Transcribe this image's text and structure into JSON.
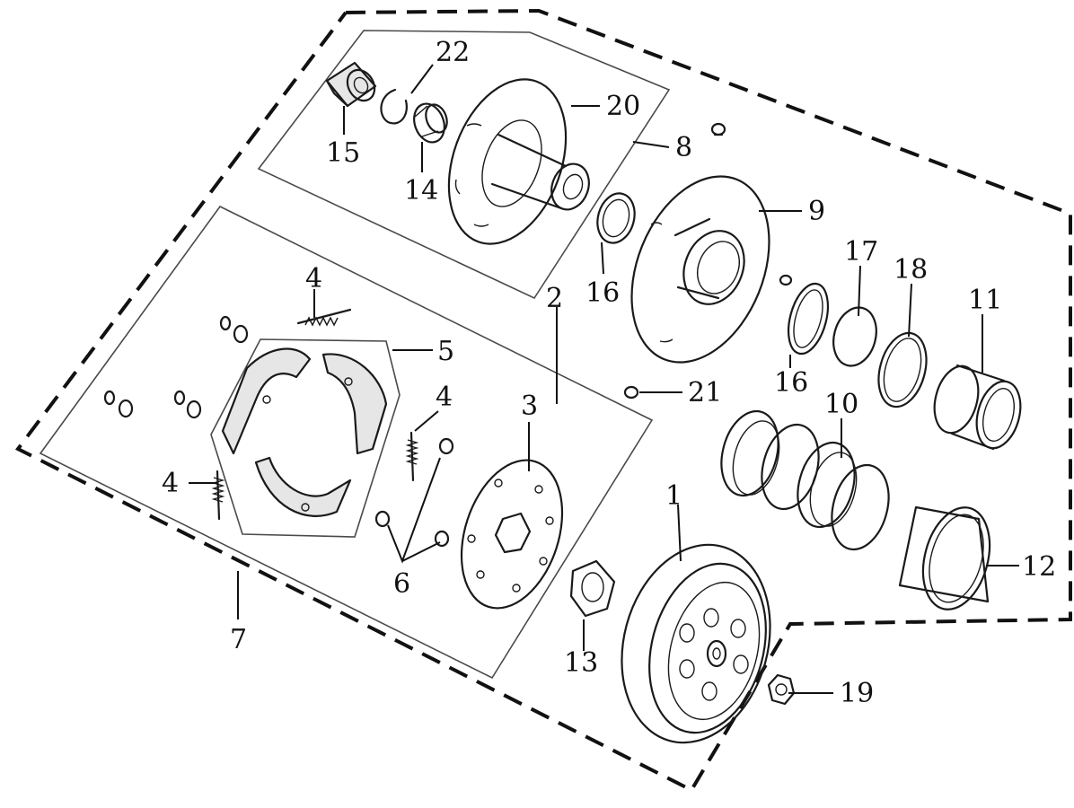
{
  "callouts": {
    "c1": "1",
    "c2": "2",
    "c3": "3",
    "c4a": "4",
    "c4b": "4",
    "c4c": "4",
    "c5": "5",
    "c6": "6",
    "c7": "7",
    "c8": "8",
    "c9": "9",
    "c10": "10",
    "c11": "11",
    "c12": "12",
    "c13": "13",
    "c14": "14",
    "c15": "15",
    "c16a": "16",
    "c16b": "16",
    "c17": "17",
    "c18": "18",
    "c19": "19",
    "c20": "20",
    "c21": "21",
    "c22": "22"
  }
}
